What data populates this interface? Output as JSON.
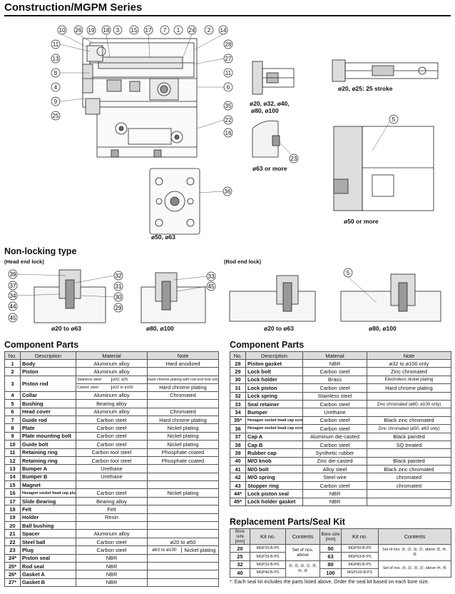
{
  "title": "Construction/MGPM Series",
  "figure": {
    "main_callouts_top": [
      "10",
      "26",
      "19",
      "18",
      "3",
      "15",
      "17",
      "7",
      "1",
      "24",
      "2",
      "14"
    ],
    "main_callouts_left": [
      "11",
      "13",
      "8",
      "4",
      "9",
      "25"
    ],
    "main_callouts_right": [
      "28",
      "27",
      "11",
      "6",
      "35",
      "22",
      "16"
    ],
    "bottom_callout": "36",
    "caption_bore1": "ø20, ø32, ø40,",
    "caption_bore1b": "ø80, ø100",
    "caption_bore2": "ø20, ø25: 25 stroke",
    "caption_bore3": "ø63 or more",
    "caption_bore3_callout": "23",
    "caption_bore4": "ø50, ø63",
    "caption_bore5": "ø50 or more",
    "caption_bore5_callout": "5"
  },
  "nonlocking": {
    "heading": "Non-locking type",
    "head_end": "(Head end lock)",
    "rod_end": "(Rod end lock)",
    "head_left_callouts": [
      "39",
      "37",
      "34",
      "44",
      "45"
    ],
    "head_right_callouts": [
      "32",
      "31",
      "30",
      "29"
    ],
    "head_far_callouts": [
      "33",
      "45"
    ],
    "rod_callout": "5",
    "cap_a": "ø20 to ø63",
    "cap_b": "ø80, ø100",
    "cap_c": "ø20 to ø63",
    "cap_d": "ø80, ø100"
  },
  "component_parts_left": {
    "heading": "Component Parts",
    "headers": [
      "No.",
      "Description",
      "Material",
      "Note"
    ],
    "rows": [
      {
        "no": "1",
        "desc": "Body",
        "mat": "Aluminum alloy",
        "note": "Hard anodized"
      },
      {
        "no": "2",
        "desc": "Piston",
        "mat": "Aluminum alloy",
        "note": ""
      },
      {
        "no": "4",
        "desc": "Collar",
        "mat": "Aluminum alloy",
        "note": "Chromated"
      },
      {
        "no": "5",
        "desc": "Bushing",
        "mat": "Bearing alloy",
        "note": ""
      },
      {
        "no": "6",
        "desc": "Head cover",
        "mat": "Aluminum alloy",
        "note": "Chromated"
      },
      {
        "no": "7",
        "desc": "Guide rod",
        "mat": "Carbon steel",
        "note": "Hard chrome plating"
      },
      {
        "no": "8",
        "desc": "Plate",
        "mat": "Carbon steel",
        "note": "Nickel plating"
      },
      {
        "no": "9",
        "desc": "Plate mounting bolt",
        "mat": "Carbon steel",
        "note": "Nickel plating"
      },
      {
        "no": "10",
        "desc": "Guide bolt",
        "mat": "Carbon steel",
        "note": "Nickel plating"
      },
      {
        "no": "11",
        "desc": "Retaining ring",
        "mat": "Carbon tool steel",
        "note": "Phosphate coated"
      },
      {
        "no": "12",
        "desc": "Retaining ring",
        "mat": "Carbon tool steel",
        "note": "Phosphate coated"
      },
      {
        "no": "13",
        "desc": "Bumper A",
        "mat": "Urethane",
        "note": ""
      },
      {
        "no": "14",
        "desc": "Bumper B",
        "mat": "Urethane",
        "note": ""
      },
      {
        "no": "15",
        "desc": "Magnet",
        "mat": "",
        "note": ""
      },
      {
        "no": "16",
        "desc": "Hexagon socket head cap plug",
        "mat": "Carbon steel",
        "note": "Nickel plating",
        "tiny": true
      },
      {
        "no": "17",
        "desc": "Slide Bearing",
        "mat": "Bearing alloy",
        "note": ""
      },
      {
        "no": "18",
        "desc": "Felt",
        "mat": "Felt",
        "note": ""
      },
      {
        "no": "19",
        "desc": "Holder",
        "mat": "Resin",
        "note": ""
      },
      {
        "no": "20",
        "desc": "Ball bushing",
        "mat": "",
        "note": ""
      },
      {
        "no": "21",
        "desc": "Spacer",
        "mat": "Aluminum alloy",
        "note": ""
      },
      {
        "no": "22",
        "desc": "Steel ball",
        "mat": "Carbon steel",
        "note": "ø20 to ø50"
      },
      {
        "no": "23",
        "desc": "Plug",
        "mat": "Carbon steel",
        "note_a": "ø63 to ø100",
        "note_b": "Nickel plating",
        "split": true
      },
      {
        "no": "24*",
        "desc": "Piston seal",
        "mat": "NBR",
        "note": ""
      },
      {
        "no": "25*",
        "desc": "Rod seal",
        "mat": "NBR",
        "note": ""
      },
      {
        "no": "26*",
        "desc": "Gasket A",
        "mat": "NBR",
        "note": ""
      },
      {
        "no": "27*",
        "desc": "Gasket B",
        "mat": "NBR",
        "note": ""
      }
    ],
    "piston_rod": {
      "no": "3",
      "desc": "Piston rod",
      "mat_a": "Stainless steel",
      "bore_a": "ø20, ø25",
      "note_a": "Hard chrome plating with rod end lock only",
      "mat_b": "Carbon steel",
      "bore_b": "ø32 to ø100",
      "note_b": "Hard chrome plating"
    }
  },
  "component_parts_right": {
    "heading": "Component Parts",
    "headers": [
      "No.",
      "Description",
      "Material",
      "Note"
    ],
    "rows": [
      {
        "no": "28",
        "desc": "Piston gasket",
        "mat": "NBR",
        "note": "ø32 to ø100 only"
      },
      {
        "no": "29",
        "desc": "Lock bolt",
        "mat": "Carbon steel",
        "note": "Zinc chromated"
      },
      {
        "no": "30",
        "desc": "Lock holder",
        "mat": "Brass",
        "note": "Electroless nickel plating"
      },
      {
        "no": "31",
        "desc": "Lock piston",
        "mat": "Carbon steel",
        "note": "Hard chrome plating"
      },
      {
        "no": "32",
        "desc": "Lock spring",
        "mat": "Stainless steel",
        "note": ""
      },
      {
        "no": "33",
        "desc": "Seal retainer",
        "mat": "Carbon steel",
        "note": "Zinc chromated (ø80, ø100 only)"
      },
      {
        "no": "34",
        "desc": "Bumper",
        "mat": "Urethane",
        "note": ""
      },
      {
        "no": "35*",
        "desc": "Hexagon socket head cap screw",
        "mat": "Carbon steel",
        "note": "Black zinc chromated",
        "tiny": true
      },
      {
        "no": "36",
        "desc": "Hexagon socket head cap screw",
        "mat": "Carbon steel",
        "note": "Zinc chromated (ø50, ø63 only)",
        "tiny": true
      },
      {
        "no": "37",
        "desc": "Cap A",
        "mat": "Aluminum die-casted",
        "note": "Black painted"
      },
      {
        "no": "38",
        "desc": "Cap B",
        "mat": "Carbon steel",
        "note": "SQ treated"
      },
      {
        "no": "39",
        "desc": "Rubber cap",
        "mat": "Synthetic rubber",
        "note": ""
      },
      {
        "no": "40",
        "desc": "M/O knob",
        "mat": "Zinc die-casted",
        "note": "Black painted"
      },
      {
        "no": "41",
        "desc": "M/O bolt",
        "mat": "Alloy steel",
        "note": "Black zinc chromated"
      },
      {
        "no": "42",
        "desc": "M/O spring",
        "mat": "Steel wire",
        "note": "chromated"
      },
      {
        "no": "43",
        "desc": "Stopper ring",
        "mat": "Carbon steel",
        "note": "chromated"
      },
      {
        "no": "44*",
        "desc": "Lock piston seal",
        "mat": "NBR",
        "note": ""
      },
      {
        "no": "45*",
        "desc": "Lock holder gasket",
        "mat": "NBR",
        "note": ""
      }
    ]
  },
  "replacement": {
    "heading": "Replacement Parts/Seal Kit",
    "headers": [
      "Bore size [mm]",
      "Kit no.",
      "Contents",
      "Bore size [mm]",
      "Kit no.",
      "Contents"
    ],
    "left_rows": [
      {
        "bore": "20",
        "kit": "MGP20-B-PS"
      },
      {
        "bore": "25",
        "kit": "MGP25-B-PS"
      },
      {
        "bore": "32",
        "kit": "MGP32-B-PS"
      },
      {
        "bore": "40",
        "kit": "MGP40-B-PS"
      }
    ],
    "left_contents_a": "Set of nos. above",
    "left_contents_b": "㉔, ㉕, ㉖, ㉗, ㉟, ㊹, ㊺",
    "right_rows": [
      {
        "bore": "50",
        "kit": "MGP50-B-PS"
      },
      {
        "bore": "63",
        "kit": "MGP63-B-PS"
      },
      {
        "bore": "80",
        "kit": "MGP80-B-PS"
      },
      {
        "bore": "100",
        "kit": "MGP100-B-PS"
      }
    ],
    "right_contents_a": "Set of nos. ㉔, ㉕, ㉖, ㉗, above ㉟, ㊹, ㊺",
    "right_contents_b": "Set of nos. ㉔, ㉕, ㉖, ㉗, above ㊹, ㊺",
    "footnote": "*: Each seal kit includes the parts listed above. Order the seal kit based on each bore size."
  }
}
